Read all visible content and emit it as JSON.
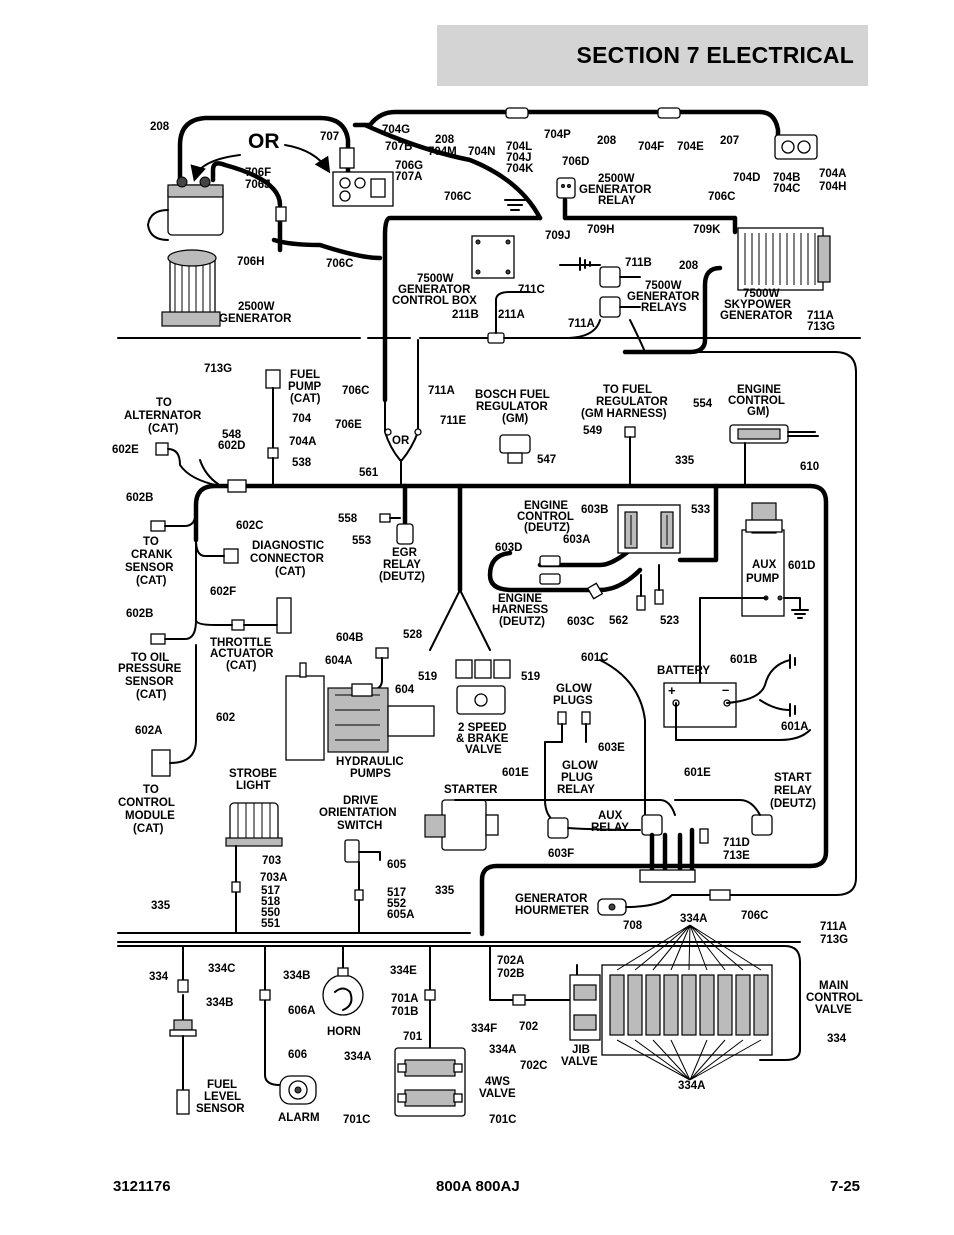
{
  "header": {
    "section_title": "SECTION 7   ELECTRICAL"
  },
  "footer": {
    "doc_number": "3121176",
    "model": "800A 800AJ",
    "page": "7-25"
  },
  "labels": {
    "l208a": "208",
    "or_big": "OR",
    "l707": "707",
    "l704g": "704G",
    "l707b": "707B",
    "l208b": "208",
    "l704m": "704M",
    "l704n": "704N",
    "l704l": "704L",
    "l704j": "704J",
    "l704k": "704K",
    "l704p": "704P",
    "l208c": "208",
    "l704f": "704F",
    "l704e": "704E",
    "l207": "207",
    "l706g": "706G",
    "l707a": "707A",
    "l706f": "706F",
    "l706j": "706J",
    "l706d": "706D",
    "gen_relay_2500_1": "2500W",
    "gen_relay_2500_2": "GENERATOR",
    "gen_relay_2500_3": "RELAY",
    "l704d": "704D",
    "l704b": "704B",
    "l704c": "704C",
    "l704a": "704A",
    "l704h": "704H",
    "l706c_a": "706C",
    "l706c_b": "706C",
    "l706h": "706H",
    "l706c_c": "706C",
    "l709j": "709J",
    "l709h": "709H",
    "l709k": "709K",
    "gen2500_1": "2500W",
    "gen2500_2": "GENERATOR",
    "gcb_1": "7500W",
    "gcb_2": "GENERATOR",
    "gcb_3": "CONTROL BOX",
    "l711c": "711C",
    "l711b": "711B",
    "gr7500_1": "7500W",
    "gr7500_2": "GENERATOR",
    "gr7500_3": "RELAYS",
    "l208d": "208",
    "sky_1": "7500W",
    "sky_2": "SKYPOWER",
    "sky_3": "GENERATOR",
    "l211b": "211B",
    "l211a": "211A",
    "l711a_a": "711A",
    "l711a_b": "711A",
    "l713g_a": "713G",
    "l713g_b": "713G",
    "fuel_pump_1": "FUEL",
    "fuel_pump_2": "PUMP",
    "fuel_pump_3": "(CAT)",
    "l706c_d": "706C",
    "l711a_c": "711A",
    "bosch_1": "BOSCH FUEL",
    "bosch_2": "REGULATOR",
    "bosch_3": "(GM)",
    "tofuel_1": "TO FUEL",
    "tofuel_2": "REGULATOR",
    "tofuel_3": "(GM HARNESS)",
    "ecg_1": "ENGINE",
    "ecg_2": "CONTROL",
    "ecg_3": "GM)",
    "l554": "554",
    "to_alt_1": "TO",
    "to_alt_2": "ALTERNATOR",
    "to_alt_3": "(CAT)",
    "l548": "548",
    "l602d": "602D",
    "l704": "704",
    "l704a_b": "704A",
    "l538": "538",
    "l706e": "706E",
    "l711e": "711E",
    "or_small": "OR",
    "l561": "561",
    "l547": "547",
    "l549": "549",
    "l335_a": "335",
    "l610": "610",
    "l602e": "602E",
    "l602b_a": "602B",
    "to_crank_1": "TO",
    "to_crank_2": "CRANK",
    "to_crank_3": "SENSOR",
    "to_crank_4": "(CAT)",
    "l602c": "602C",
    "diag_1": "DIAGNOSTIC",
    "diag_2": "CONNECTOR",
    "diag_3": "(CAT)",
    "l558": "558",
    "l553": "553",
    "egr_1": "EGR",
    "egr_2": "RELAY",
    "egr_3": "(DEUTZ)",
    "ecd_1": "ENGINE",
    "ecd_2": "CONTROL",
    "ecd_3": "(DEUTZ)",
    "l603b": "603B",
    "l533": "533",
    "l603d": "603D",
    "l603a": "603A",
    "aux_pump_1": "AUX",
    "aux_pump_2": "PUMP",
    "l601d": "601D",
    "eh_1": "ENGINE",
    "eh_2": "HARNESS",
    "eh_3": "(DEUTZ)",
    "l603c": "603C",
    "l562": "562",
    "l523": "523",
    "l602f": "602F",
    "l602b_b": "602B",
    "throttle_1": "THROTTLE",
    "throttle_2": "ACTUATOR",
    "throttle_3": "(CAT)",
    "l604b": "604B",
    "l528": "528",
    "l604a": "604A",
    "l604": "604",
    "l519a": "519",
    "l519b": "519",
    "l601c": "601C",
    "battery": "BATTERY",
    "l601b": "601B",
    "to_oil_1": "TO OIL",
    "to_oil_2": "PRESSURE",
    "to_oil_3": "SENSOR",
    "to_oil_4": "(CAT)",
    "l602": "602",
    "glow_plugs_1": "GLOW",
    "glow_plugs_2": "PLUGS",
    "speed_1": "2 SPEED",
    "speed_2": "& BRAKE",
    "speed_3": "VALVE",
    "l603e": "603E",
    "l601a": "601A",
    "l602a": "602A",
    "hyd_1": "HYDRAULIC",
    "hyd_2": "PUMPS",
    "to_cm_1": "TO",
    "to_cm_2": "CONTROL",
    "to_cm_3": "MODULE",
    "to_cm_4": "(CAT)",
    "strobe_1": "STROBE",
    "strobe_2": "LIGHT",
    "drive_1": "DRIVE",
    "drive_2": "ORIENTATION",
    "drive_3": "SWITCH",
    "starter": "STARTER",
    "l601e_a": "601E",
    "gpr_1": "GLOW",
    "gpr_2": "PLUG",
    "gpr_3": "RELAY",
    "auxr_1": "AUX",
    "auxr_2": "RELAY",
    "l601e_b": "601E",
    "sr_1": "START",
    "sr_2": "RELAY",
    "sr_3": "(DEUTZ)",
    "l711d": "711D",
    "l713e": "713E",
    "l603f": "603F",
    "l703": "703",
    "l703a": "703A",
    "l517_a": "517",
    "l518": "518",
    "l550": "550",
    "l551": "551",
    "l605": "605",
    "l517_b": "517",
    "l552": "552",
    "l605a": "605A",
    "l335_b": "335",
    "l335_c": "335",
    "gh_1": "GENERATOR",
    "gh_2": "HOURMETER",
    "l708": "708",
    "l334a_a": "334A",
    "l706c_e": "706C",
    "l334_a": "334",
    "l334c": "334C",
    "l334b_a": "334B",
    "l334b_b": "334B",
    "l606a": "606A",
    "l334e": "334E",
    "l702a": "702A",
    "l702b": "702B",
    "l701a": "701A",
    "l701b": "701B",
    "horn": "HORN",
    "l701": "701",
    "l334f": "334F",
    "l702": "702",
    "mcv_1": "MAIN",
    "mcv_2": "CONTROL",
    "mcv_3": "VALVE",
    "l334_b": "334",
    "l606": "606",
    "l334a_b": "334A",
    "l334a_c": "334A",
    "l702c": "702C",
    "jib_1": "JIB",
    "jib_2": "VALVE",
    "fls_1": "FUEL",
    "fls_2": "LEVEL",
    "fls_3": "SENSOR",
    "ws4_1": "4WS",
    "ws4_2": "VALVE",
    "l334a_d": "334A",
    "alarm": "ALARM",
    "l701c_a": "701C",
    "l701c_b": "701C",
    "plus": "+",
    "minus": "–"
  }
}
